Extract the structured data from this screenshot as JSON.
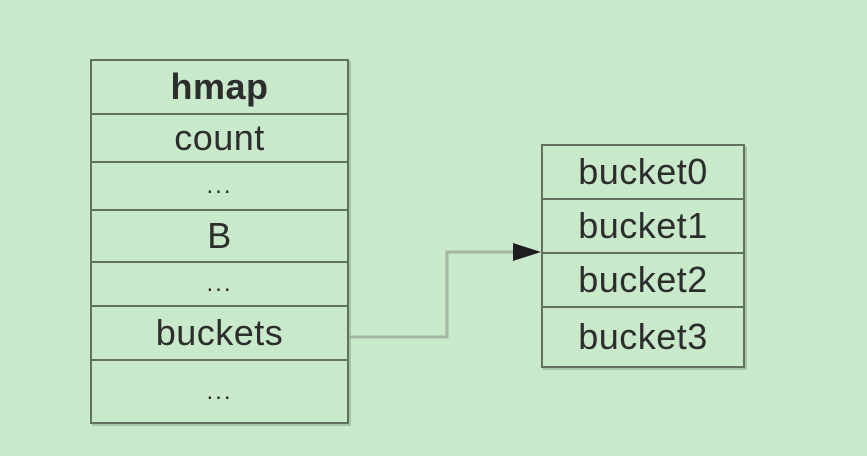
{
  "theme": {
    "bg": "#c8e9ca",
    "border_color": "#61705f",
    "connector_color": "#a4b6a4",
    "arrow_color": "#1f1f1f",
    "text_color": "#2d2d2d"
  },
  "hmap_table": {
    "rows": [
      {
        "label": "hmap"
      },
      {
        "label": "count"
      },
      {
        "label": "..."
      },
      {
        "label": "B"
      },
      {
        "label": "..."
      },
      {
        "label": "buckets"
      },
      {
        "label": "..."
      }
    ]
  },
  "buckets_table": {
    "rows": [
      {
        "label": "bucket0"
      },
      {
        "label": "bucket1"
      },
      {
        "label": "bucket2"
      },
      {
        "label": "bucket3"
      }
    ]
  }
}
